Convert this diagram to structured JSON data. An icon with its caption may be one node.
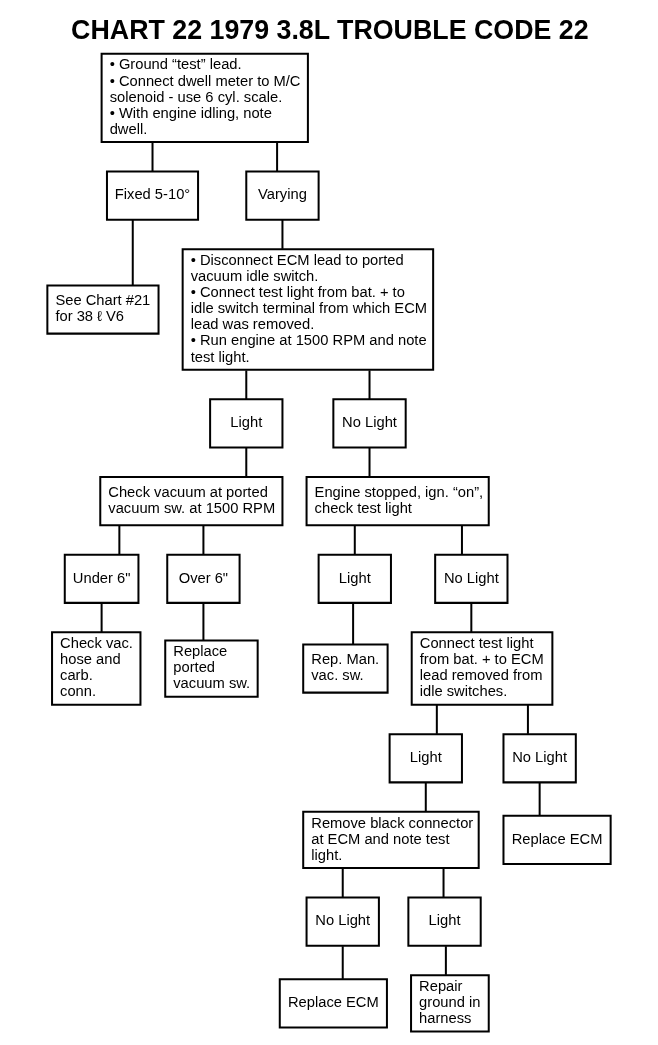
{
  "diagram": {
    "title": "CHART 22 1979 3.8L TROUBLE CODE 22",
    "nodes": [
      {
        "text": [
          "• Ground “test” lead.",
          "• Connect dwell meter to M/C solenoid - use 6 cyl. scale.",
          "• With engine idling, note dwell."
        ]
      },
      {
        "text": [
          "Fixed 5-10°"
        ]
      },
      {
        "text": [
          "Varying"
        ]
      },
      {
        "text": [
          "See Chart #21 for 38 ℓ V6"
        ]
      },
      {
        "text": [
          "• Disconnect ECM lead to ported vacuum idle switch.",
          "• Connect test light from bat. + to idle switch terminal from which ECM lead was removed.",
          "• Run engine at 1500 RPM and note test light."
        ]
      },
      {
        "text": [
          "Light"
        ]
      },
      {
        "text": [
          "No Light"
        ]
      },
      {
        "text": [
          "Check vacuum at ported vacuum sw. at 1500 RPM"
        ]
      },
      {
        "text": [
          "Engine stopped, ign. “on”, check test light"
        ]
      },
      {
        "text": [
          "Under 6\""
        ]
      },
      {
        "text": [
          "Over 6\""
        ]
      },
      {
        "text": [
          "Check vac. hose and carb. conn."
        ]
      },
      {
        "text": [
          "Replace ported vacuum sw."
        ]
      },
      {
        "text": [
          "Light"
        ]
      },
      {
        "text": [
          "No Light"
        ]
      },
      {
        "text": [
          "Rep. Man. vac. sw."
        ]
      },
      {
        "text": [
          "Connect test light from bat. + to ECM lead removed from idle switches."
        ]
      },
      {
        "text": [
          "Light"
        ]
      },
      {
        "text": [
          "No Light"
        ]
      },
      {
        "text": [
          "Remove black connector at ECM and note test light."
        ]
      },
      {
        "text": [
          "Replace ECM"
        ]
      },
      {
        "text": [
          "No Light"
        ]
      },
      {
        "text": [
          "Light"
        ]
      },
      {
        "text": [
          "Replace ECM"
        ]
      },
      {
        "text": [
          "Repair ground in harness"
        ]
      }
    ],
    "edges": [
      {
        "from": 0,
        "to": 1,
        "arrow": "none"
      },
      {
        "from": 0,
        "to": 2,
        "arrow": "none"
      },
      {
        "from": 1,
        "to": 3,
        "arrow": "none"
      },
      {
        "from": 2,
        "to": 4,
        "arrow": "none"
      },
      {
        "from": 4,
        "to": 5,
        "arrow": "none"
      },
      {
        "from": 4,
        "to": 6,
        "arrow": "none"
      },
      {
        "from": 5,
        "to": 7,
        "arrow": "none"
      },
      {
        "from": 6,
        "to": 8,
        "arrow": "none"
      },
      {
        "from": 7,
        "to": 9,
        "arrow": "none"
      },
      {
        "from": 7,
        "to": 10,
        "arrow": "none"
      },
      {
        "from": 9,
        "to": 11,
        "arrow": "none"
      },
      {
        "from": 10,
        "to": 12,
        "arrow": "none"
      },
      {
        "from": 8,
        "to": 13,
        "arrow": "none"
      },
      {
        "from": 8,
        "to": 14,
        "arrow": "none"
      },
      {
        "from": 13,
        "to": 15,
        "arrow": "none"
      },
      {
        "from": 14,
        "to": 16,
        "arrow": "none"
      },
      {
        "from": 16,
        "to": 17,
        "arrow": "none"
      },
      {
        "from": 16,
        "to": 18,
        "arrow": "none"
      },
      {
        "from": 17,
        "to": 19,
        "arrow": "none"
      },
      {
        "from": 18,
        "to": 20,
        "arrow": "none"
      },
      {
        "from": 19,
        "to": 21,
        "arrow": "none"
      },
      {
        "from": 19,
        "to": 22,
        "arrow": "none"
      },
      {
        "from": 21,
        "to": 23,
        "arrow": "none"
      },
      {
        "from": 22,
        "to": 24,
        "arrow": "none"
      }
    ]
  }
}
